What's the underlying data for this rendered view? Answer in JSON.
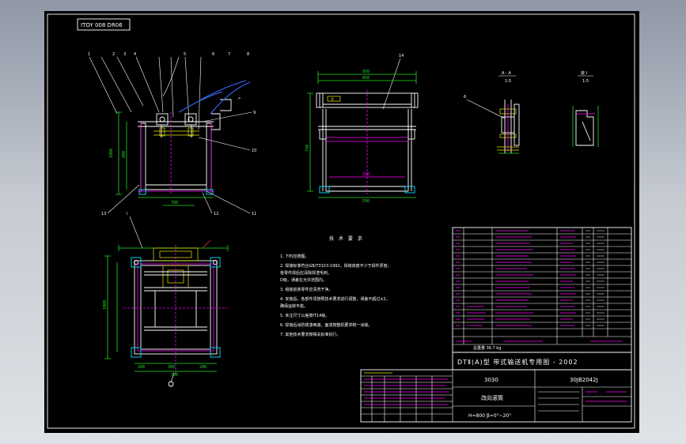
{
  "drawing_number_box": "ITOY 008 DR06",
  "part_numbers": [
    "1",
    "2",
    "3",
    "4",
    "5",
    "6",
    "7",
    "8",
    "9",
    "10",
    "11",
    "12",
    "13"
  ],
  "front_view_label": "Ⅰ",
  "side_view_part": "14",
  "section_a": {
    "label": "A - A",
    "scale": "1:5",
    "part": "6"
  },
  "detail_b": {
    "label": "放 Ⅰ",
    "scale": "1:5"
  },
  "notes_title": "技 术 要 求",
  "notes": [
    "1. 下料应按图。",
    "2. 焊接标准符合GB/T3323-1992，焊缝高度不少于焊件厚度。",
    "   各零件焊后应清除焊渣毛刺。",
    "   D级，误差在允许范围内。",
    "3. 组装前各零件应清洗干净。",
    "4. 安装后，各部件须按照技术要求进行调整，误差不超过±2，",
    "   确保运转平稳。",
    "5. 未注尺寸公差按IT14级。",
    "6. 焊接后涂防锈漆两遍，面漆按整机要求统一涂装。",
    "7. 其他技术要求按相关标准执行。"
  ],
  "main_title": "DTⅡ(A)型  带式输送机专用图 - 2002",
  "drawing_code": "3030",
  "drawing_id": "30JB2042J",
  "part_name": "改向滚筒",
  "formula": "H=800 β=0°~20°",
  "labels": {
    "weight": "总重量  36.7 kg"
  }
}
